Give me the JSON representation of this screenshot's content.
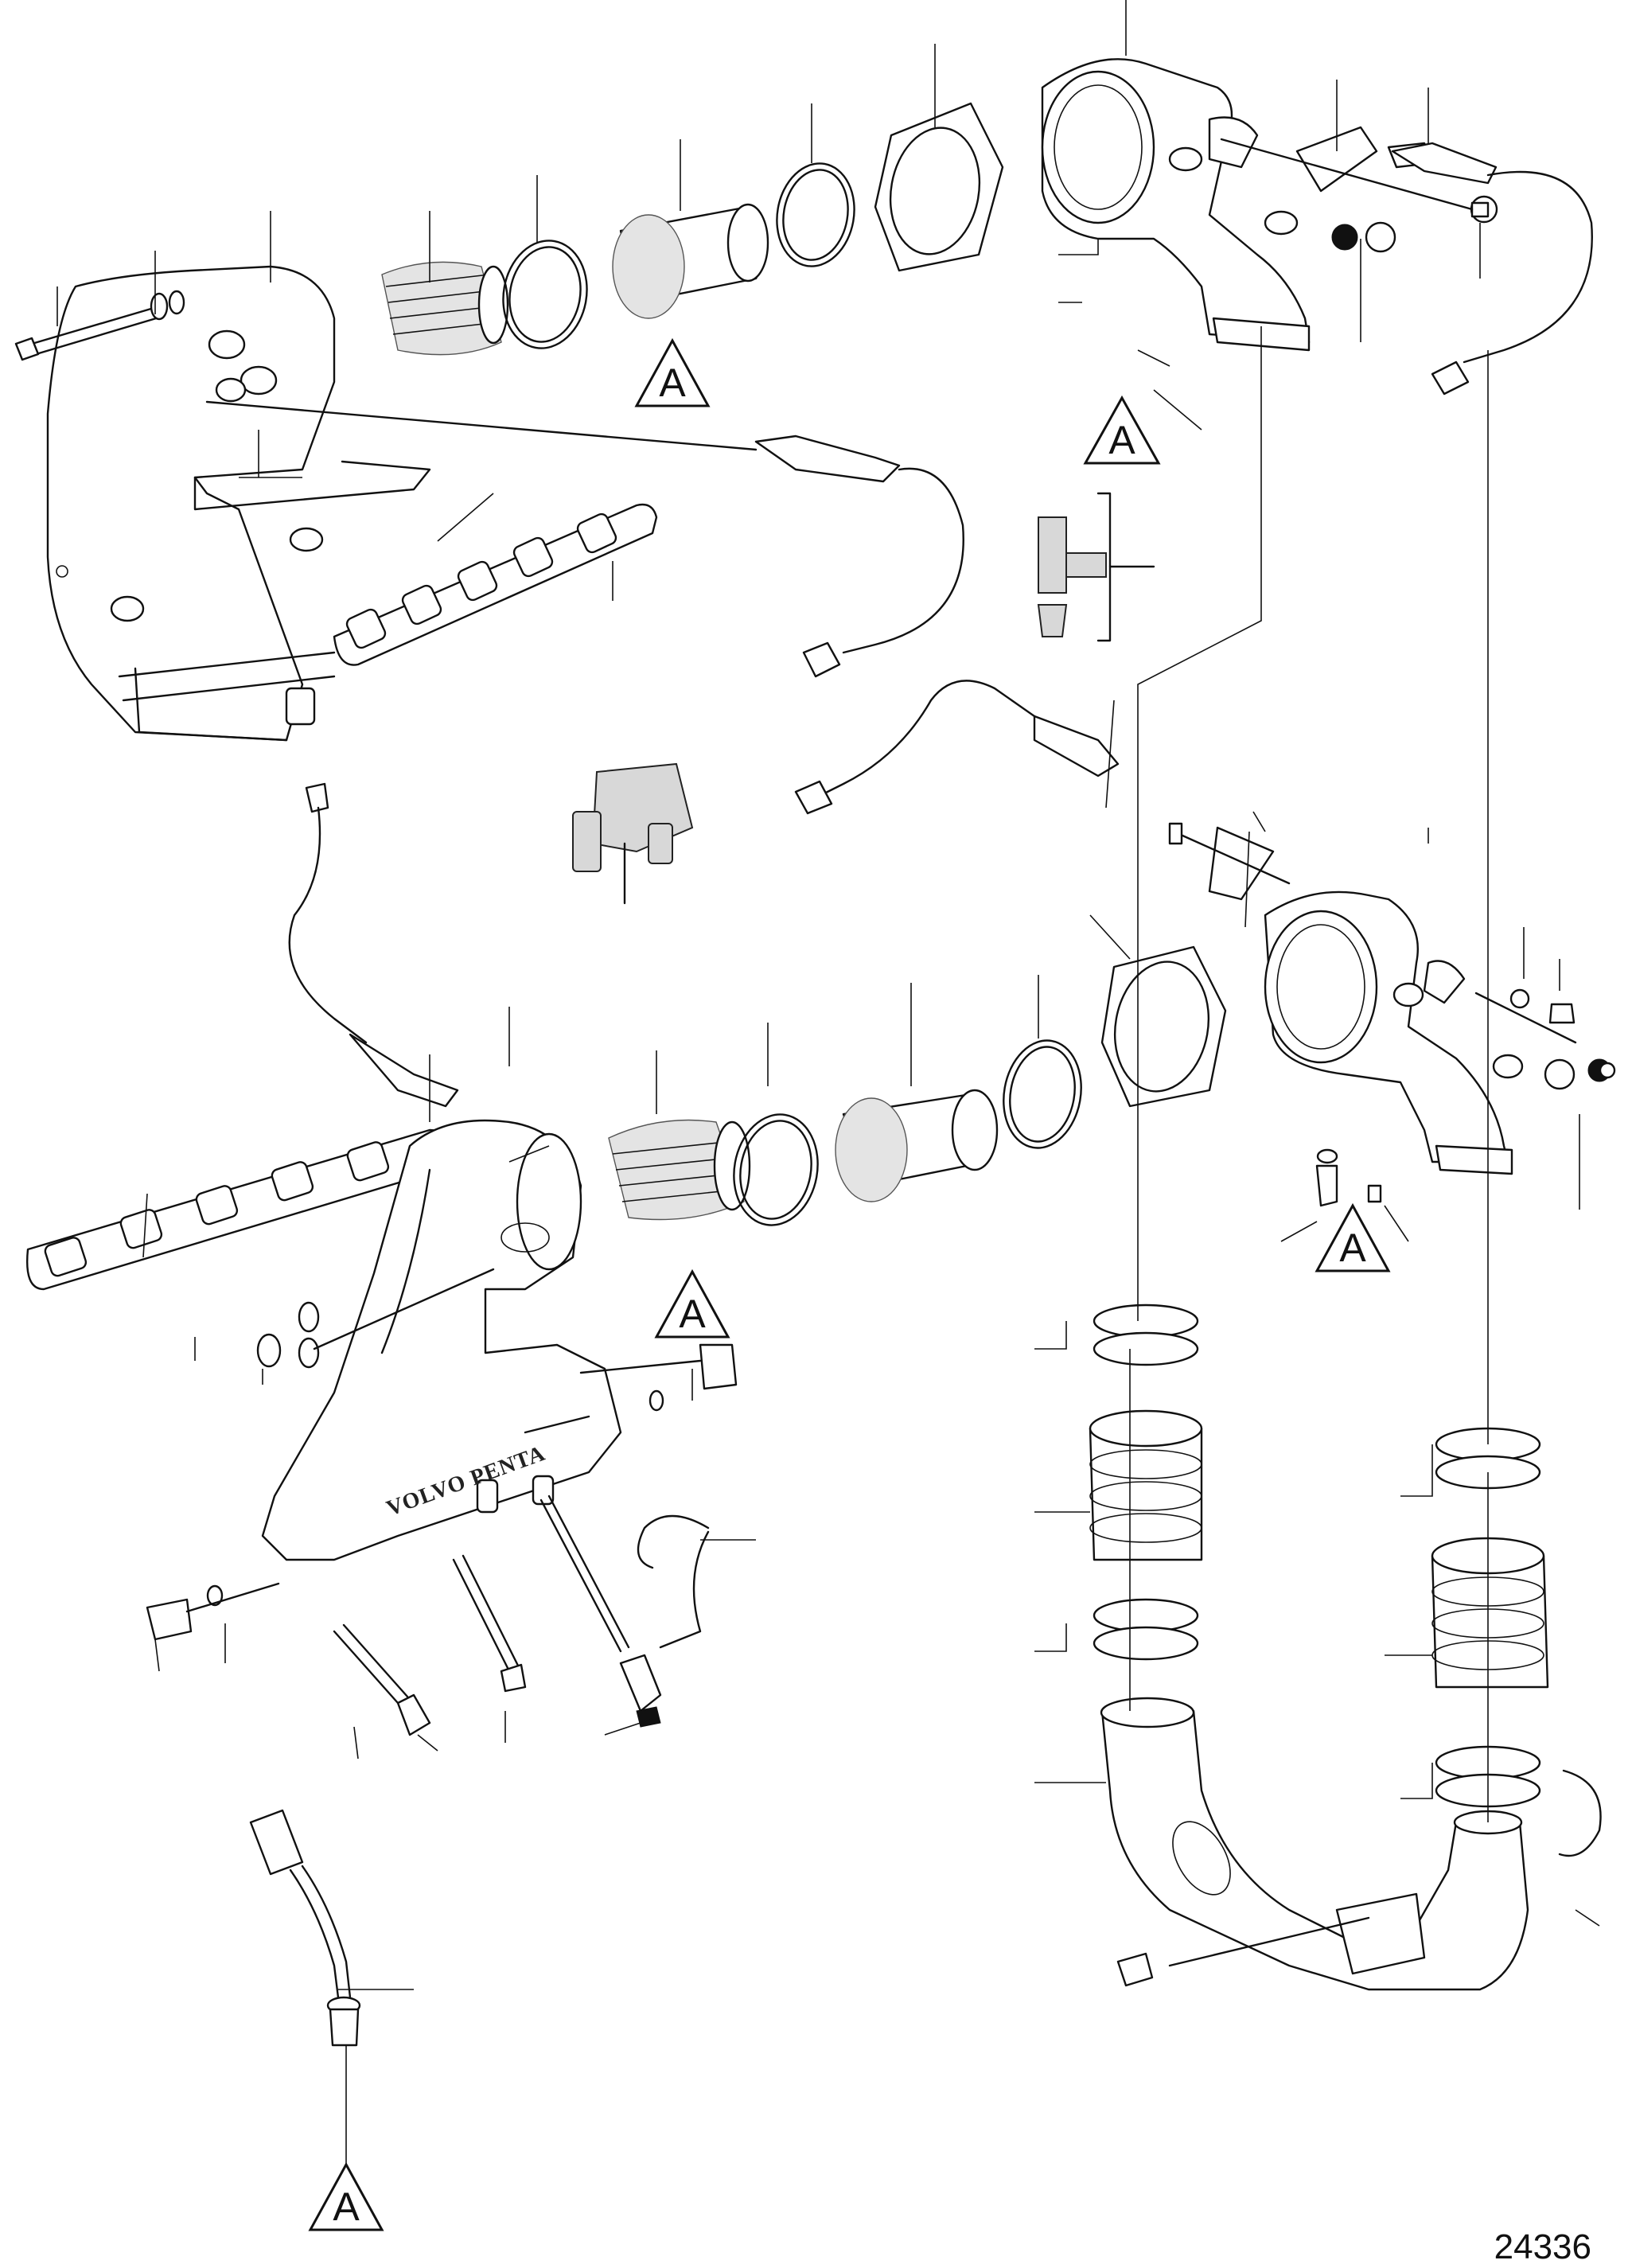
{
  "figure": {
    "number": "24336",
    "callout_label": "A",
    "brand_lettering": "VOLVO PENTA"
  },
  "icons": [
    "reference-triangle-icon",
    "oxygen-sensor-icon",
    "hose-clamp-icon",
    "catalyst-mesh-icon",
    "gasket-icon"
  ]
}
